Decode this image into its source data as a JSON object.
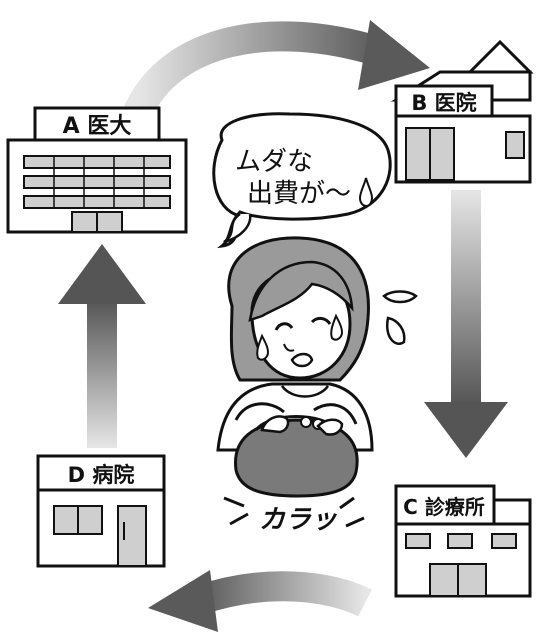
{
  "buildings": {
    "a": {
      "label": "A 医大"
    },
    "b": {
      "label": "B 医院"
    },
    "c": {
      "label": "C 診療所"
    },
    "d": {
      "label": "D 病院"
    }
  },
  "speech": {
    "line1": "ムダな",
    "line2": "出費が〜"
  },
  "sound_effect": "カラッ"
}
